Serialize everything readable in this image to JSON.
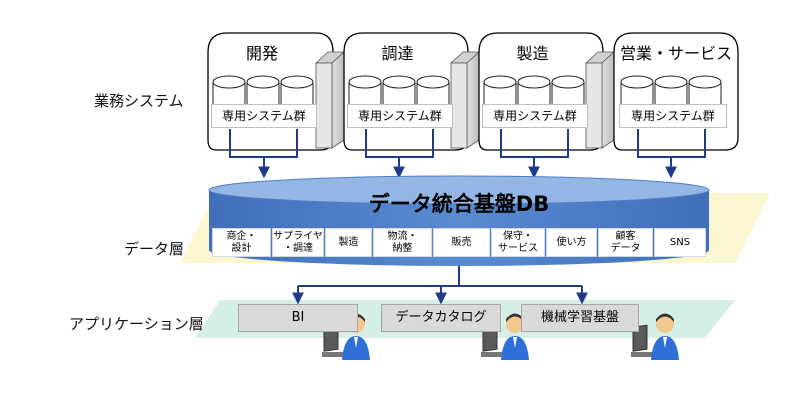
{
  "layers": {
    "business": "業務システム",
    "data": "データ層",
    "application": "アプリケーション層"
  },
  "business_groups": [
    {
      "title": "開発",
      "system": "専用システム群"
    },
    {
      "title": "調達",
      "system": "専用システム群"
    },
    {
      "title": "製造",
      "system": "専用システム群"
    },
    {
      "title": "営業・サービス",
      "system": "専用システム群"
    }
  ],
  "data_platform": {
    "title": "データ統合基盤DB",
    "items": [
      "商企・\n設計",
      "サプライヤ\n・調達",
      "製造",
      "物流・\n納整",
      "販売",
      "保守・\nサービス",
      "使い方",
      "顧客\nデータ",
      "SNS"
    ]
  },
  "applications": [
    "BI",
    "データカタログ",
    "機械学習基盤"
  ],
  "colors": {
    "db_blue": "#4f7fc7",
    "db_top": "#93b6e4",
    "data_band": "#fbf6cf",
    "app_band": "#d6efe6",
    "arrow": "#1f3a8a"
  }
}
